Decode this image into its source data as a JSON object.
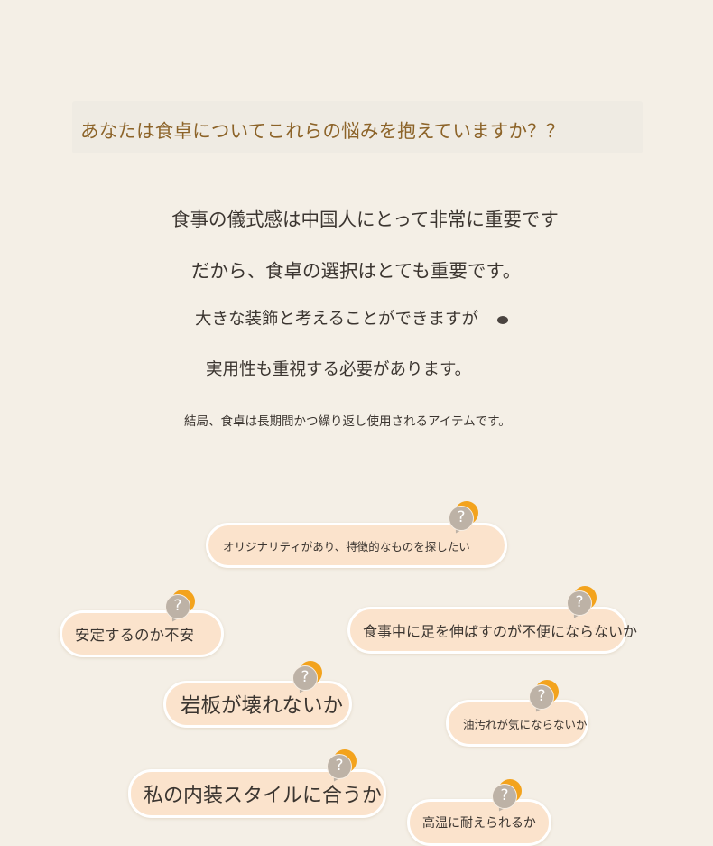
{
  "banner": {
    "question": "あなたは食卓についてこれらの悩みを抱えていますか？？"
  },
  "intro": {
    "line1": "食事の儀式感は中国人にとって非常に重要です",
    "line2": "だから、食卓の選択はとても重要です。",
    "line3": "大きな装飾と考えることができますが",
    "line4": "実用性も重視する必要があります。",
    "line5": "結局、食卓は長期間かつ繰り返し使用されるアイテムです。"
  },
  "concerns": {
    "c1": "オリジナリティがあり、特徴的なものを探したい",
    "c2": "安定するのか不安",
    "c3": "食事中に足を伸ばすのが不便にならないか",
    "c4": "岩板が壊れないか",
    "c5": "油汚れが気にならないか",
    "c6": "私の内装スタイルに合うか",
    "c7": "高温に耐えられるか"
  },
  "icons": {
    "question_mark": "?"
  },
  "colors": {
    "background": "#f4efe6",
    "banner_text": "#8c6328",
    "bubble_fill": "#fbe3cc",
    "icon_accent": "#f3a31d"
  }
}
